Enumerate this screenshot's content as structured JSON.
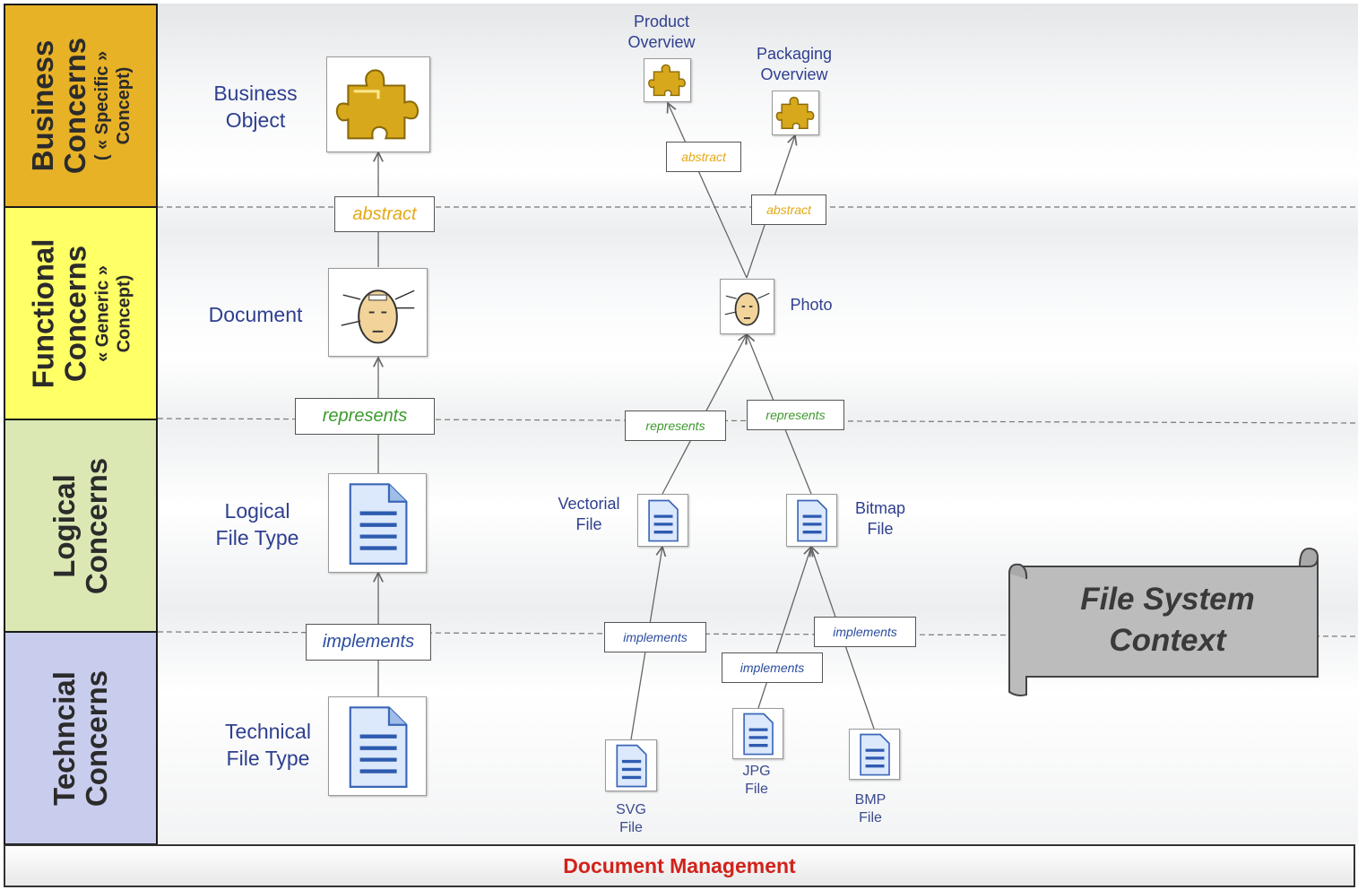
{
  "bands": [
    {
      "title": "Business",
      "title2": "Concerns",
      "sub1": "( « Specific »",
      "sub2": "Concept)",
      "color": "#e8b227"
    },
    {
      "title": "Functional",
      "title2": "Concerns",
      "sub1": "« Generic »",
      "sub2": "Concept)",
      "color": "#ffff66"
    },
    {
      "title": "Logical",
      "title2": "Concerns",
      "sub1": "",
      "sub2": "",
      "color": "#dbe8b4"
    },
    {
      "title": "Techncial",
      "title2": "Concerns",
      "sub1": "",
      "sub2": "",
      "color": "#c8cced"
    }
  ],
  "left_column": {
    "business_object": [
      "Business",
      "Object"
    ],
    "document": "Document",
    "logical_file_type": [
      "Logical",
      "File Type"
    ],
    "technical_file_type": [
      "Technical",
      "File Type"
    ],
    "rel_abstract": "abstract",
    "rel_represents": "represents",
    "rel_implements": "implements"
  },
  "right_column": {
    "product_overview": [
      "Product",
      "Overview"
    ],
    "packaging_overview": [
      "Packaging",
      "Overview"
    ],
    "photo": "Photo",
    "vectorial_file": [
      "Vectorial",
      "File"
    ],
    "bitmap_file": [
      "Bitmap",
      "File"
    ],
    "svg_file": [
      "SVG",
      "File"
    ],
    "jpg_file": [
      "JPG",
      "File"
    ],
    "bmp_file": [
      "BMP",
      "File"
    ],
    "rel_abstract_1": "abstract",
    "rel_abstract_2": "abstract",
    "rel_represents_1": "represents",
    "rel_represents_2": "represents",
    "rel_implements_1": "implements",
    "rel_implements_2": "implements",
    "rel_implements_3": "implements"
  },
  "scroll": {
    "line1": "File System",
    "line2": "Context"
  },
  "footer": {
    "title": "Document Management"
  },
  "icons": {
    "business": "puzzle-piece-icon",
    "functional": "head-concept-icon",
    "logical": "document-file-icon",
    "technical": "document-file-icon"
  },
  "colors": {
    "label_text": "#2e3f8f",
    "abstract": "#e4a812",
    "represents": "#3d9a2e",
    "implements": "#2b4c9e",
    "footer_title": "#d1221b"
  }
}
